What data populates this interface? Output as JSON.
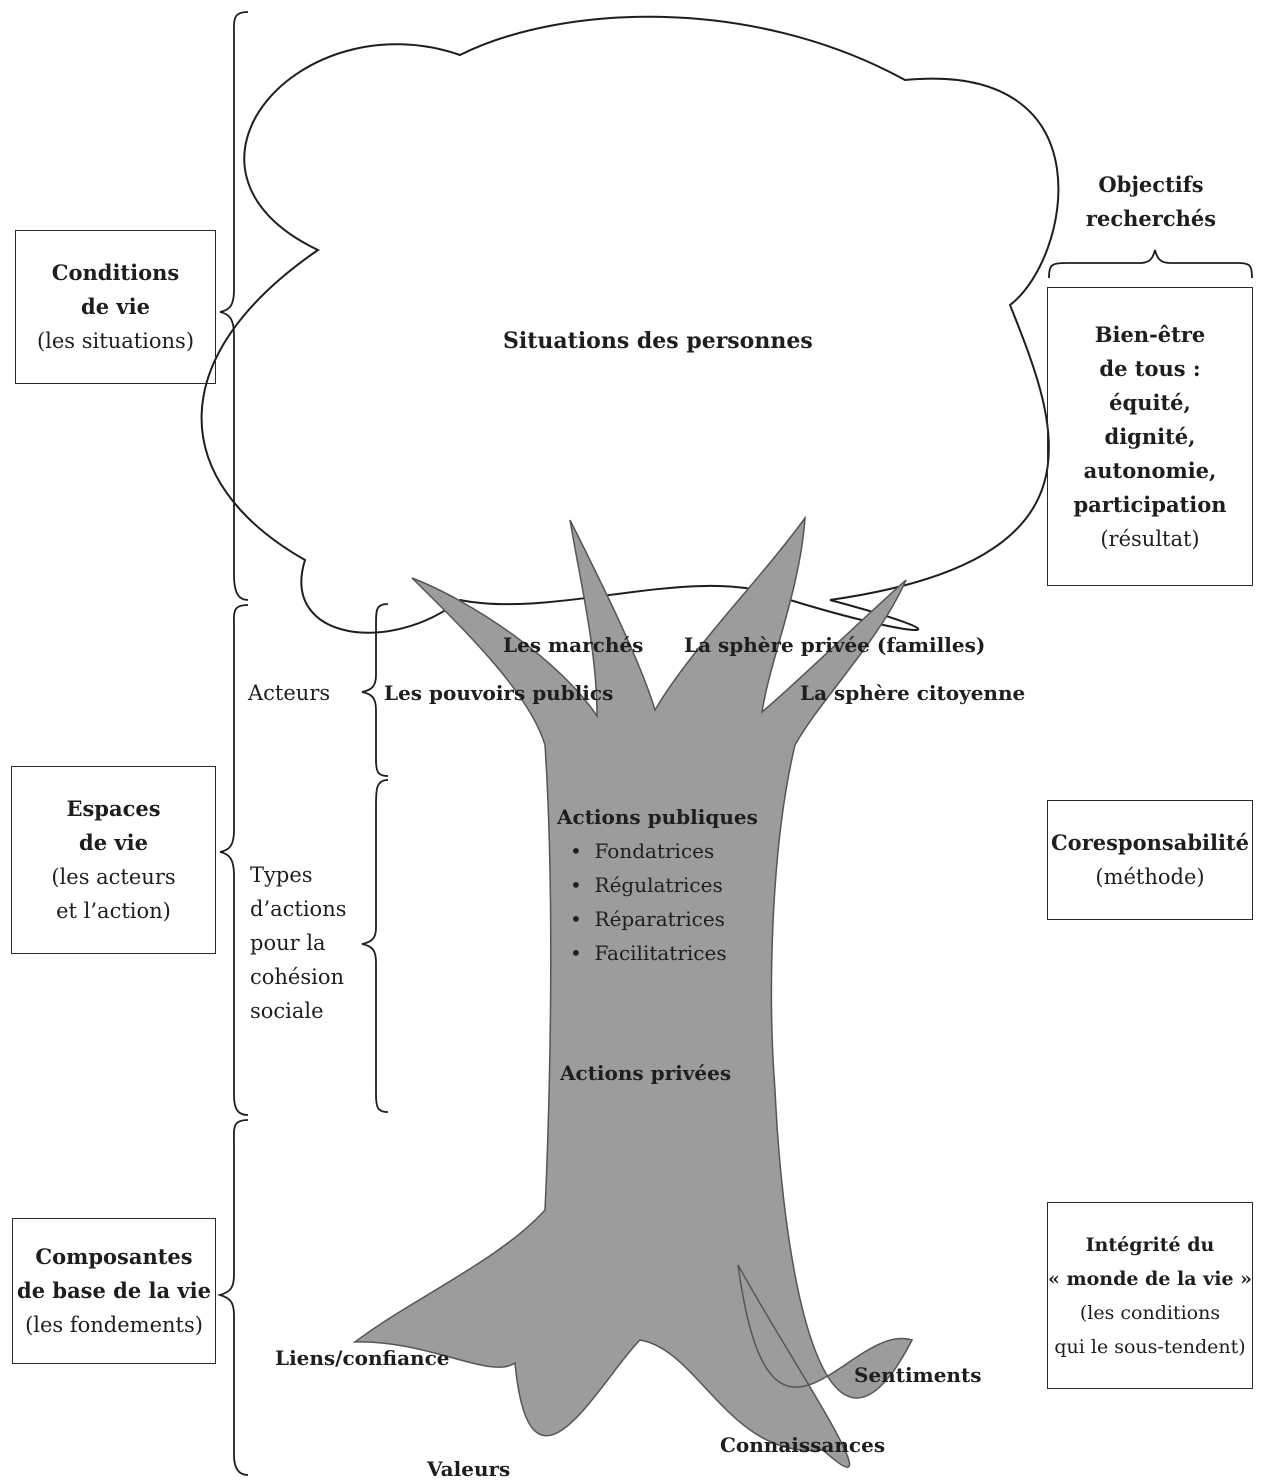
{
  "left": {
    "conditions": {
      "title1": "Conditions",
      "title2": "de vie",
      "sub": "(les situations)"
    },
    "espaces": {
      "title1": "Espaces",
      "title2": "de vie",
      "sub1": "(les acteurs",
      "sub2": "et l’action)"
    },
    "composantes": {
      "title1": "Composantes",
      "title2": "de base de la vie",
      "sub": "(les fondements)"
    }
  },
  "middle": {
    "acteurs": "Acteurs",
    "types": [
      "Types",
      "d’actions",
      "pour la",
      "cohésion",
      "sociale"
    ]
  },
  "crown": {
    "label": "Situations des personnes"
  },
  "branches": {
    "marches": "Les marchés",
    "privee": "La sphère privée (familles)",
    "publics": "Les pouvoirs publics",
    "citoyenne": "La sphère citoyenne"
  },
  "trunk": {
    "actions_publiques": "Actions publiques",
    "items": [
      "Fondatrices",
      "Régulatrices",
      "Réparatrices",
      "Facilitatrices"
    ],
    "actions_privees": "Actions privées"
  },
  "roots": {
    "liens": "Liens/confiance",
    "sentiments": "Sentiments",
    "connaissances": "Connaissances",
    "valeurs": "Valeurs"
  },
  "right": {
    "heading1": "Objectifs",
    "heading2": "recherchés",
    "bienetre": [
      "Bien-être",
      "de tous :",
      "équité,",
      "dignité,",
      "autonomie,",
      "participation",
      "(résultat)"
    ],
    "coresp": {
      "title": "Coresponsabilité",
      "sub": "(méthode)"
    },
    "integrite": [
      "Intégrité du",
      "« monde de la vie »",
      "(les conditions",
      "qui le sous-tendent)"
    ]
  },
  "colors": {
    "trunk_fill": "#9c9c9c",
    "ink": "#1e1e1e",
    "paper": "#ffffff"
  }
}
